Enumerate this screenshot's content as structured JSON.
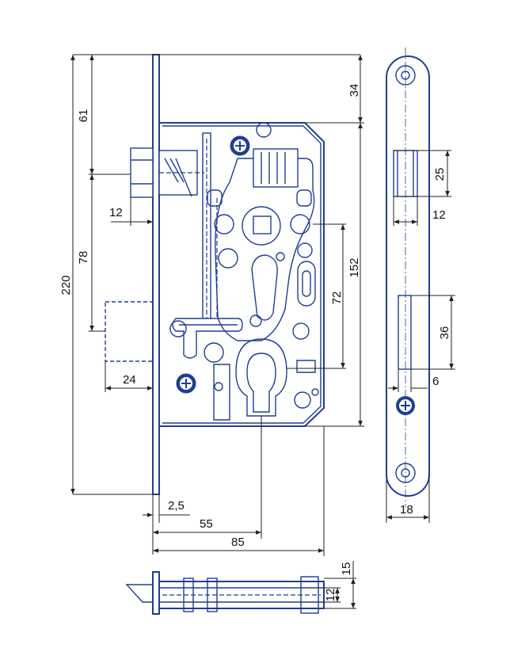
{
  "dimensions": {
    "d220": "220",
    "d61": "61",
    "d78": "78",
    "d12_left": "12",
    "d24": "24",
    "d2_5": "2,5",
    "d55": "55",
    "d85": "85",
    "d34": "34",
    "d152": "152",
    "d72": "72",
    "d25": "25",
    "d12_right": "12",
    "d36": "36",
    "d6": "6",
    "d18": "18",
    "d15": "15",
    "d12_bottom": "12"
  },
  "colors": {
    "line": "#1f3f8f",
    "dimension": "#222222",
    "screw_fill": "#1f3f8f"
  },
  "icons": {
    "screw": "screw-icon",
    "pin": "pin-icon"
  }
}
